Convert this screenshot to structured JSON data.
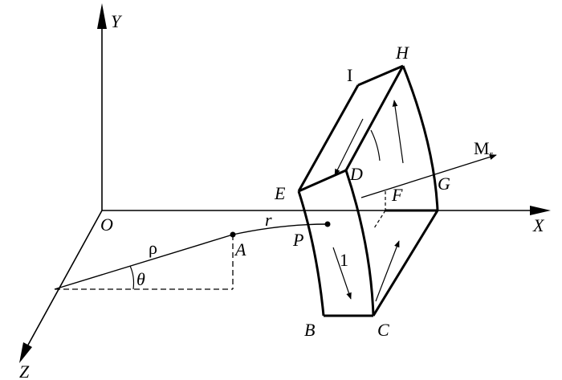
{
  "labels": {
    "y_axis": "Y",
    "x_axis": "X",
    "z_axis": "Z",
    "origin": "O",
    "rho": "ρ",
    "theta": "θ",
    "point_a": "A",
    "r": "r",
    "point_p": "P",
    "one": "1",
    "point_b": "B",
    "point_c": "C",
    "point_d": "D",
    "point_e": "E",
    "point_f": "F",
    "point_g": "G",
    "point_h": "H",
    "point_i": "I",
    "moment_main": "M",
    "moment_sub": "r"
  },
  "colors": {
    "ink": "#000000",
    "background": "#ffffff"
  }
}
